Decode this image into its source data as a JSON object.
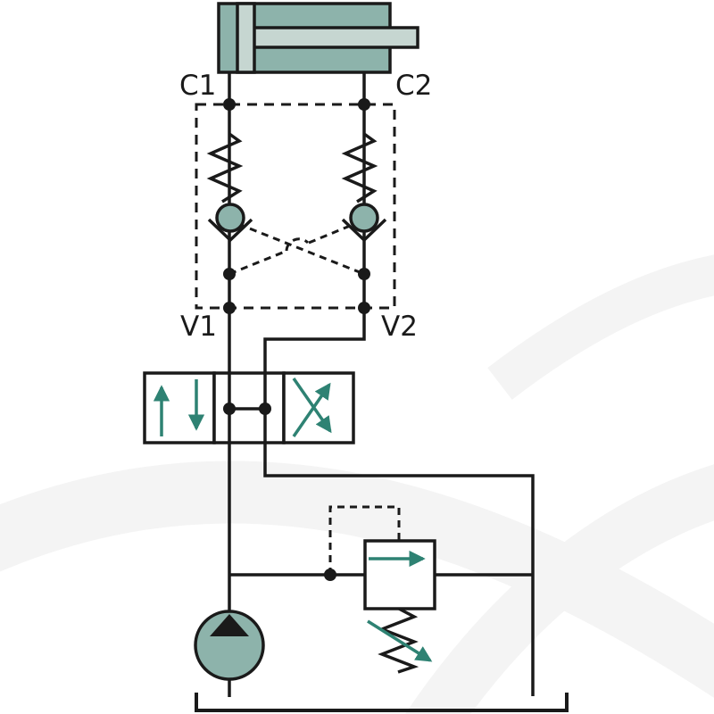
{
  "diagram": {
    "type": "hydraulic-circuit-schematic",
    "labels": {
      "c1": "C1",
      "c2": "C2",
      "v1": "V1",
      "v2": "V2"
    },
    "components": {
      "cylinder": "double-acting-hydraulic-cylinder",
      "check_valve_block": "dual-pilot-operated-check-valve-block",
      "check_valve_left": "spring-loaded-ball-check-valve",
      "check_valve_right": "spring-loaded-ball-check-valve",
      "directional_valve": "three-position-directional-control-valve",
      "relief_valve": "adjustable-pilot-pressure-relief-valve",
      "pump": "fixed-displacement-hydraulic-pump",
      "tank": "reservoir"
    }
  },
  "colors": {
    "line": "#1a1a1a",
    "component-fill": "#8db3ab",
    "component-fill-light": "#c6d6d1",
    "accent": "#2e8273",
    "background": "#ffffff",
    "swirl": "#f4f4f4"
  }
}
